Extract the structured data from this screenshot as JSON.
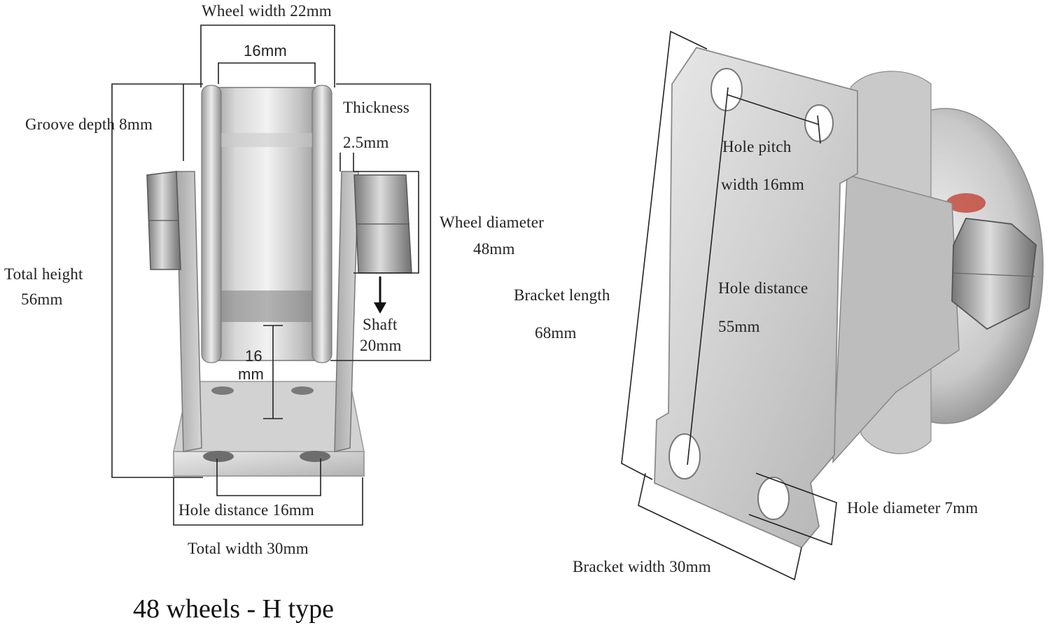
{
  "left_view": {
    "wheel_width": "Wheel width 22mm",
    "groove_inner": "16mm",
    "thickness_line1": "Thickness",
    "thickness_line2": "2.5mm",
    "groove_depth": "Groove depth 8mm",
    "wheel_diameter_line1": "Wheel diameter",
    "wheel_diameter_line2": "48mm",
    "total_height_line1": "Total height",
    "total_height_line2": "56mm",
    "shaft_line1": "Shaft",
    "shaft_line2": "20mm",
    "center_dim_line1": "16",
    "center_dim_line2": "mm",
    "hole_distance": "Hole distance 16mm",
    "total_width": "Total width 30mm"
  },
  "right_view": {
    "hole_pitch_line1": "Hole pitch",
    "hole_pitch_line2": "width 16mm",
    "hole_distance_line1": "Hole distance",
    "hole_distance_line2": "55mm",
    "bracket_length_line1": "Bracket length",
    "bracket_length_line2": "68mm",
    "hole_diameter": "Hole diameter 7mm",
    "bracket_width": "Bracket width 30mm"
  },
  "caption": "48 wheels - H type",
  "colors": {
    "steel_light": "#e4e4e4",
    "steel_mid": "#b9b9b9",
    "steel_dark": "#7d7d7d",
    "line": "#222222",
    "bearing_red": "#c0392b"
  }
}
